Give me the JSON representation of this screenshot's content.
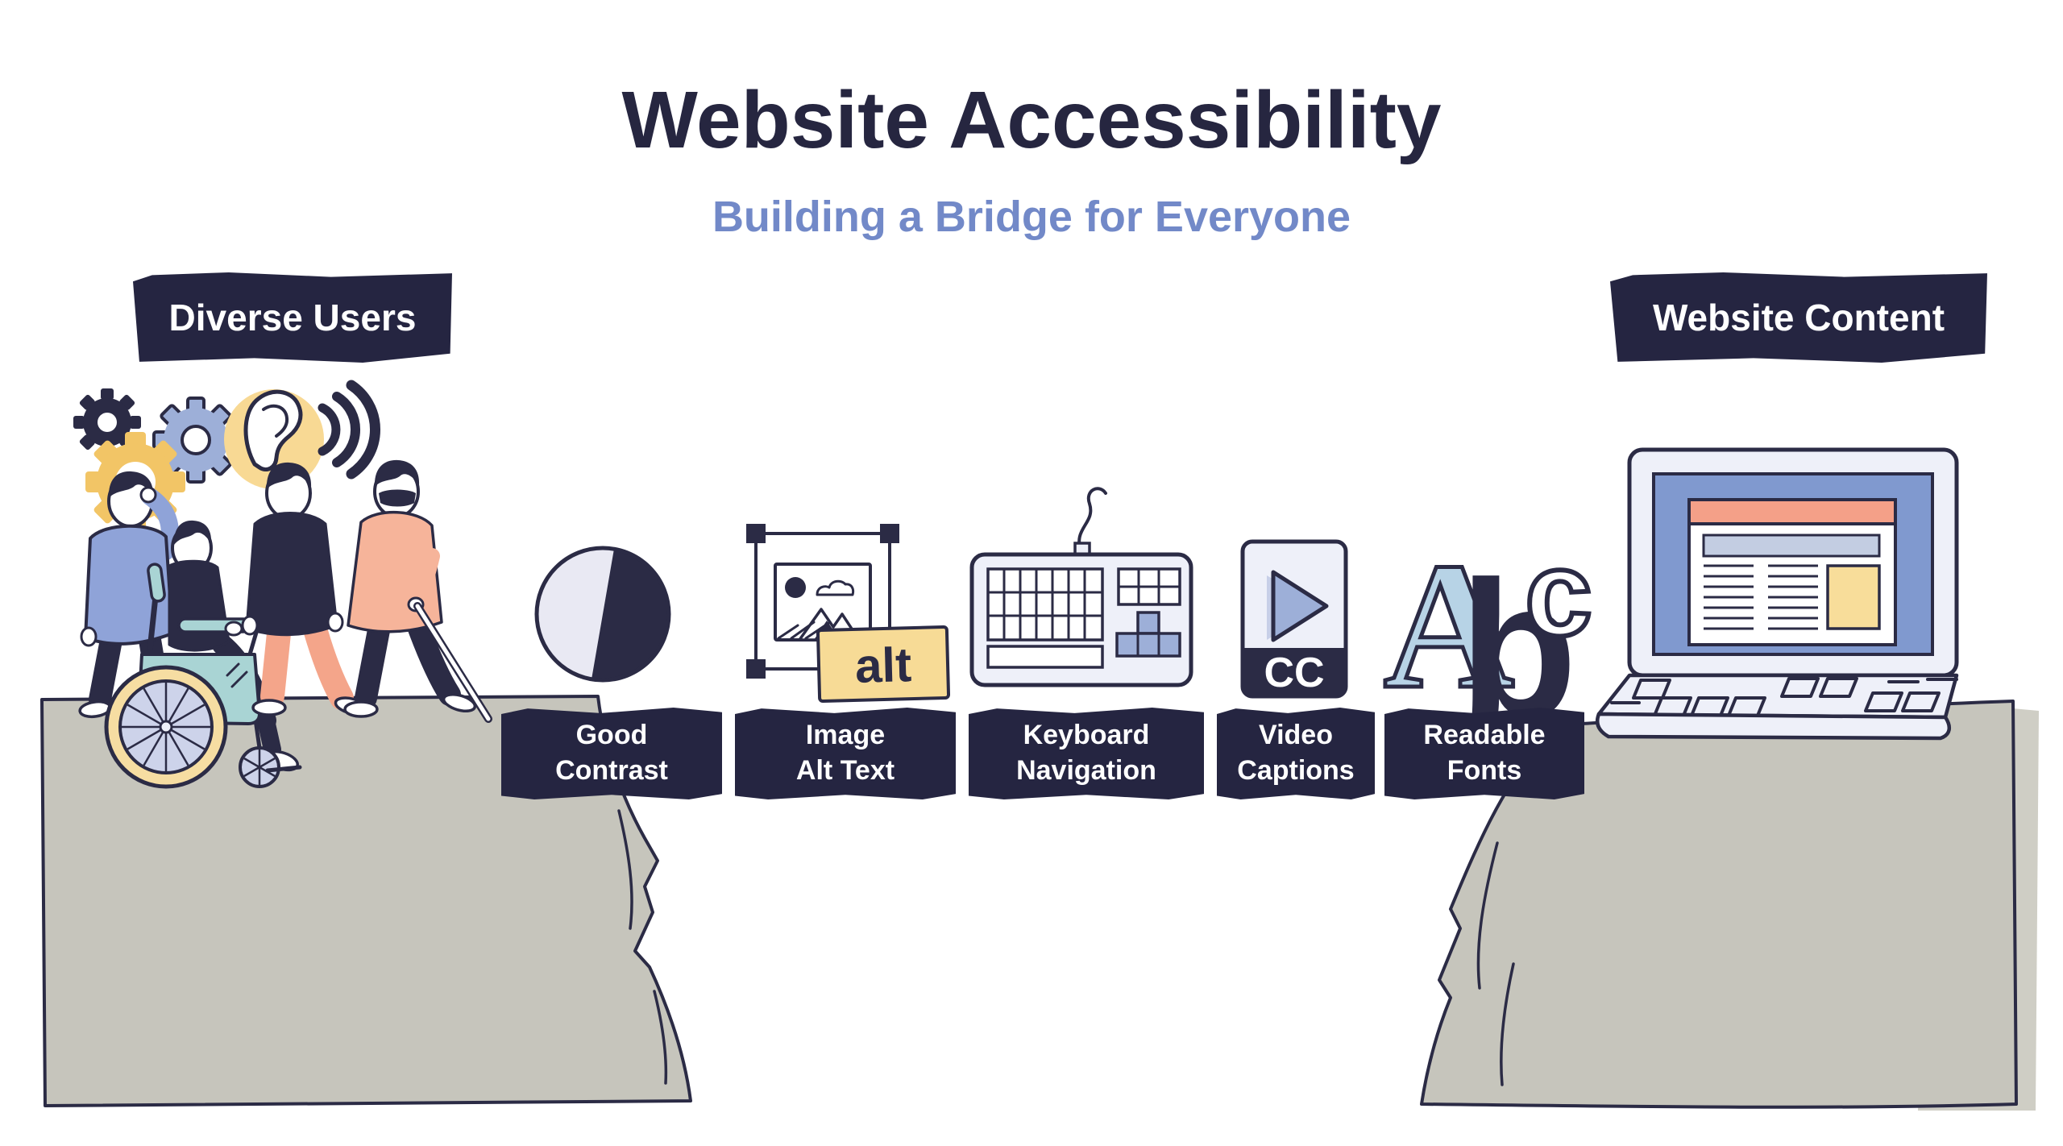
{
  "header": {
    "title": "Website Accessibility",
    "subtitle": "Building a Bridge for Everyone"
  },
  "labels": {
    "left": "Diverse Users",
    "right": "Website Content"
  },
  "bridge": {
    "planks": [
      {
        "line1": "Good",
        "line2": "Contrast"
      },
      {
        "line1": "Image",
        "line2": "Alt Text"
      },
      {
        "line1": "Keyboard",
        "line2": "Navigation"
      },
      {
        "line1": "Video",
        "line2": "Captions"
      },
      {
        "line1": "Readable",
        "line2": "Fonts"
      }
    ]
  },
  "icons": {
    "contrast": "half-dark-half-light-circle",
    "image_alt": {
      "tag": "alt"
    },
    "keyboard": "keyboard-with-highlighted-arrow-keys",
    "video_captions": {
      "badge": "CC"
    },
    "readable_fonts": {
      "a": "A",
      "b": "b",
      "c": "c"
    }
  },
  "colors": {
    "ink": "#262640",
    "subtitle_blue": "#7289c8",
    "panel_navy": "#252541",
    "periwinkle": "#8fa3d8",
    "gear_periwinkle": "#9dafd8",
    "laptop_screen_blue": "#8099cf",
    "salmon": "#f4a088",
    "sweater_peach": "#f6b49a",
    "gear_yellow": "#f2c566",
    "cream_yellow": "#f7db96",
    "ear_circle_yellow": "#f8d994",
    "cliff_grey": "#c6c5bc",
    "wheelchair_teal": "#a9d4d4",
    "light_lavender": "#eef0f9",
    "wheel_rim_cream": "#f6dda2",
    "wheel_hub_lavender": "#cdd3ea"
  }
}
